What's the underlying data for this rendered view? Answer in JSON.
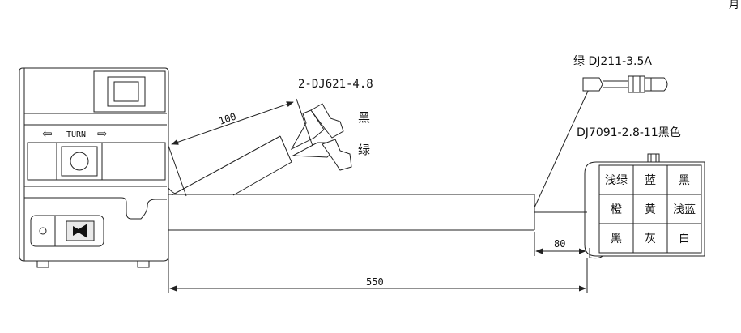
{
  "switch": {
    "turn_label": "TURN",
    "turn_left_arrow": "⇦",
    "turn_right_arrow": "⇨"
  },
  "dimensions": {
    "lead_length": "100",
    "cable_length": "550",
    "tail_length": "80"
  },
  "terminals": {
    "upper_label": "2-DJ621-4.8",
    "wire_black": "黑",
    "wire_green": "绿",
    "top_right_label": "绿 DJ211-3.5A",
    "connector_label": "DJ7091-2.8-11黑色"
  },
  "connector_grid": [
    [
      "浅绿",
      "蓝",
      "黑"
    ],
    [
      "橙",
      "黄",
      "浅蓝"
    ],
    [
      "黑",
      "灰",
      "白"
    ]
  ],
  "corner_text": "月"
}
